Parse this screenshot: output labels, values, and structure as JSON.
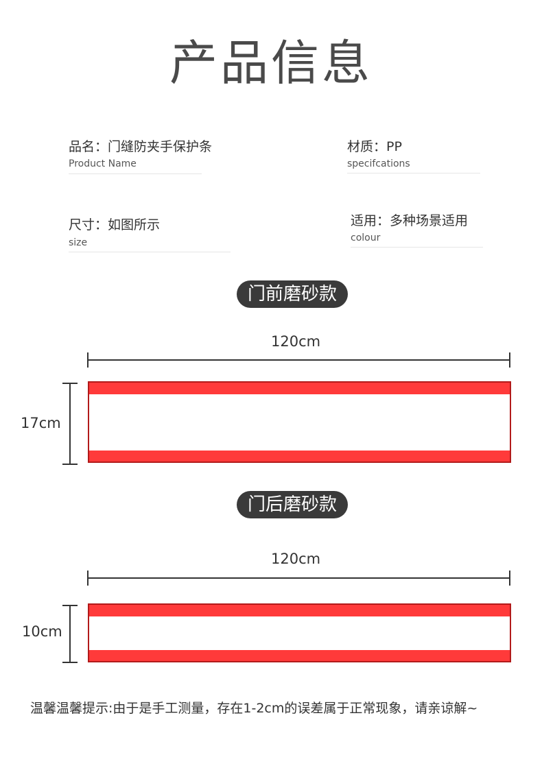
{
  "title": "产品信息",
  "specs": {
    "name_cn": "品名：门缝防夹手保护条",
    "name_en": "Product Name",
    "material_cn": "材质：PP",
    "material_en": "specifcations",
    "size_cn": "尺寸：如图所示",
    "size_en": "size",
    "usage_cn": "适用：多种场景适用",
    "usage_en": "colour"
  },
  "front": {
    "label": "门前磨砂款",
    "width": "120cm",
    "height": "17cm"
  },
  "back": {
    "label": "门后磨砂款",
    "width": "120cm",
    "height": "10cm"
  },
  "note": "温馨温馨提示:由于是手工测量，存在1-2cm的误差属于正常现象，请亲谅解~",
  "colors": {
    "accent_red": "#ff3a3a",
    "pill_bg": "#3a3a3a"
  }
}
